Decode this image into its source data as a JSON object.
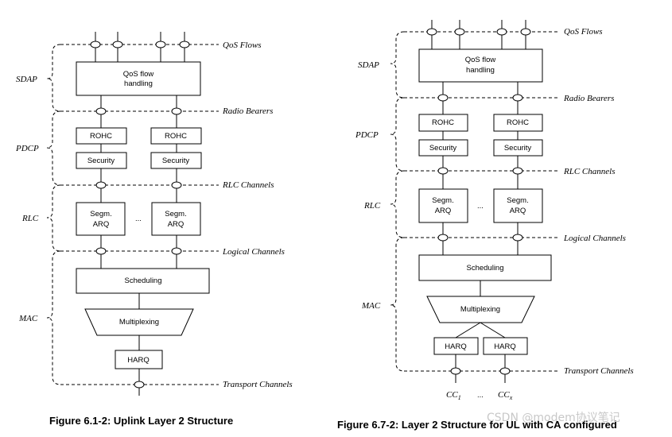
{
  "fig1": {
    "caption": "Figure 6.1-2: Uplink Layer 2 Structure",
    "sides": {
      "sdap": "SDAP",
      "pdcp": "PDCP",
      "rlc": "RLC",
      "mac": "MAC"
    },
    "lines": {
      "qos": "QoS Flows",
      "rb": "Radio Bearers",
      "rlc": "RLC Channels",
      "log": "Logical Channels",
      "tr": "Transport Channels"
    },
    "boxes": {
      "qos_1": "QoS flow",
      "qos_2": "handling",
      "rohc_a": "ROHC",
      "rohc_b": "ROHC",
      "sec_a": "Security",
      "sec_b": "Security",
      "segm_a": "Segm.",
      "arq_a": "ARQ",
      "segm_b": "Segm.",
      "arq_b": "ARQ",
      "dots": "...",
      "sched": "Scheduling",
      "mux": "Multiplexing",
      "harq": "HARQ"
    }
  },
  "fig2": {
    "caption": "Figure 6.7-2: Layer 2 Structure for UL with CA configured",
    "sides": {
      "sdap": "SDAP",
      "pdcp": "PDCP",
      "rlc": "RLC",
      "mac": "MAC"
    },
    "lines": {
      "qos": "QoS Flows",
      "rb": "Radio Bearers",
      "rlc": "RLC Channels",
      "log": "Logical Channels",
      "tr": "Transport Channels"
    },
    "boxes": {
      "qos_1": "QoS flow",
      "qos_2": "handling",
      "rohc_a": "ROHC",
      "rohc_b": "ROHC",
      "sec_a": "Security",
      "sec_b": "Security",
      "segm_a": "Segm.",
      "arq_a": "ARQ",
      "segm_b": "Segm.",
      "arq_b": "ARQ",
      "dots": "...",
      "sched": "Scheduling",
      "mux": "Multiplexing",
      "harq_a": "HARQ",
      "harq_b": "HARQ"
    },
    "cc": {
      "c1": "CC",
      "c1_sub": "1",
      "dots": "...",
      "cx": "CC",
      "cx_sub": "x"
    }
  },
  "watermark": "CSDN @modem协议笔记"
}
